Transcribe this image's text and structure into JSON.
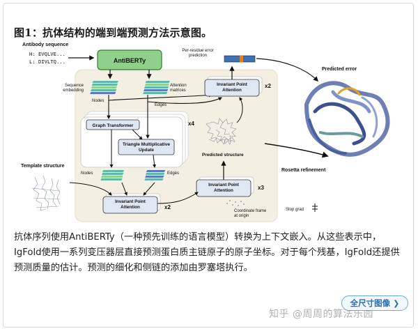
{
  "figure": {
    "title": "图1：抗体结构的端到端预测方法示意图。",
    "caption": "抗体序列使用AntiBERTy（一种预先训练的语言模型）转换为上下文嵌入。从这些表示中，IgFold使用一系列变压器层直接预测蛋白质主链原子的原子坐标。对于每个残基，IgFold还提供预测质量的估计。预测的细化和侧链的添加由罗塞塔执行。"
  },
  "diagram": {
    "antibody_sequence_label": "Antibody sequence",
    "seq_h": "H: EVQLVE...",
    "seq_l": "L: DIVLTQ...",
    "antiberty_label": "AntiBERTy",
    "sequence_embedding": "Sequence\nembedding",
    "attention_matrices": "Attention\nmatrices",
    "nodes_label": "Nodes",
    "edges_label": "Edges",
    "graph_transformer": "Graph Transformer",
    "triangle_update": "Triangle Multiplicative\nUpdate",
    "x4": "x4",
    "x2_top": "x2",
    "x2_bottom": "x2",
    "x3": "x3",
    "ipa_label": "Invariant Point\nAttention",
    "per_residue_error": "Per-residue error\nprediction",
    "predicted_error": "Predicted error",
    "predicted_structure": "Predicted structure",
    "rosetta_refinement": "Rosetta refinement",
    "template_structure": "Template structure",
    "nodes_bottom": "Nodes",
    "edges_bottom": "Edges",
    "coordinate_frame": "Coordinate frame\nat origin",
    "stop_grad": "Stop grad"
  },
  "ui": {
    "full_size_button": "全尺寸图像",
    "watermark": "知乎 @周周的算法乐园"
  },
  "colors": {
    "antiberty_fill": "#8fd18a",
    "antiberty_stroke": "#2e7d32",
    "ipa_fill": "#dfe7f3",
    "panel_fill": "#f4efe3",
    "embed_teal": "#5fb8a8",
    "embed_blue": "#5e78c9",
    "error_bar": "#3e6fb3",
    "error_accent": "#d9822b",
    "button_border": "#6ea7d8"
  }
}
